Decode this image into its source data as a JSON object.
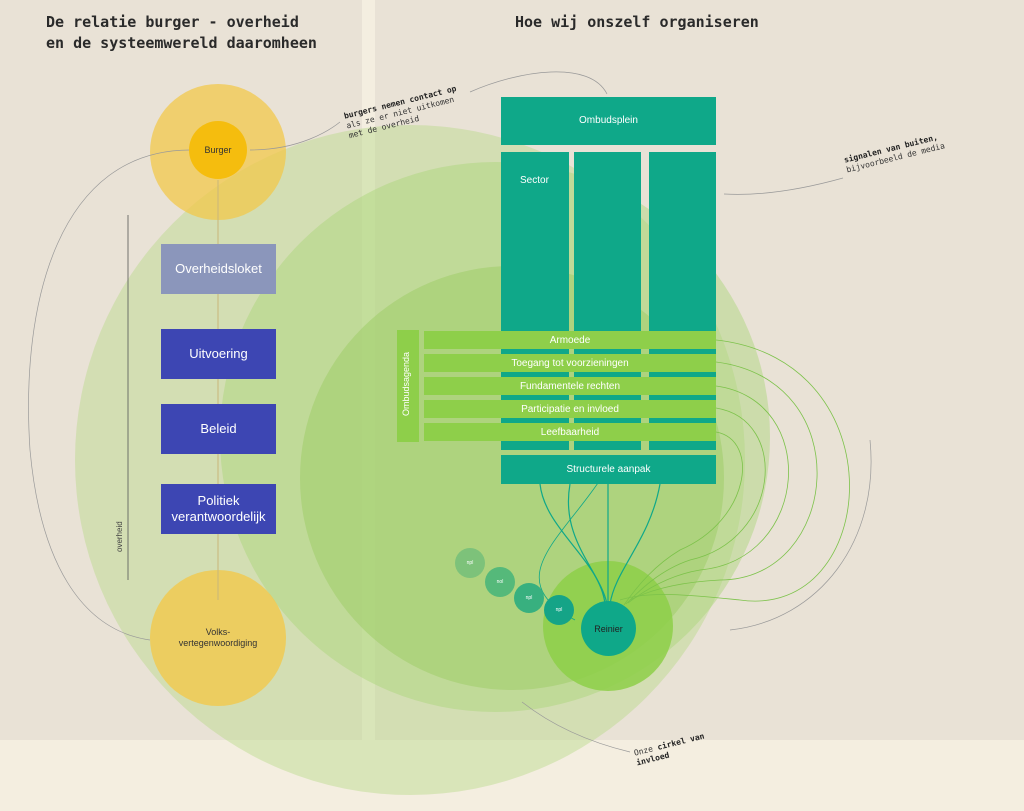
{
  "left_title": [
    "De relatie burger - overheid",
    "en de systeemwereld daaromheen"
  ],
  "right_title": "Hoe wij onszelf organiseren",
  "left_chain": {
    "burger": "Burger",
    "overheidsloket": "Overheidsloket",
    "uitvoering": "Uitvoering",
    "beleid": "Beleid",
    "politiek": [
      "Politiek",
      "verantwoordelijk"
    ],
    "volks": [
      "Volks-",
      "vertegenwoordiging"
    ],
    "overheid_label": "overheid"
  },
  "org": {
    "ombudsplein": "Ombudsplein",
    "sector": "Sector",
    "ombudsagenda": "Ombudsagenda",
    "themes": [
      "Armoede",
      "Toegang tot voorzieningen",
      "Fundamentele rechten",
      "Participatie en invloed",
      "Leefbaarheid"
    ],
    "structurele": "Structurele aanpak",
    "reinier": "Reinier",
    "small_circles": [
      "npl",
      "nol",
      "npl",
      "npl"
    ]
  },
  "notes": {
    "burgers": {
      "bold": "burgers nemen contact op",
      "lines": [
        "als ze er niet uitkomen",
        "met de overheid"
      ]
    },
    "signalen": {
      "bold": "signalen van buiten,",
      "lines": [
        "bijvoorbeeld de media"
      ]
    },
    "cirkel": {
      "prefix": "Onze ",
      "bold": "cirkel van",
      "bold2": "invloed"
    }
  },
  "colors": {
    "background": "#e9e2d6",
    "yellow": "#f2c84b",
    "blue": "#3d46b3",
    "teal": "#0fa889",
    "green": "#8ecf4a"
  }
}
